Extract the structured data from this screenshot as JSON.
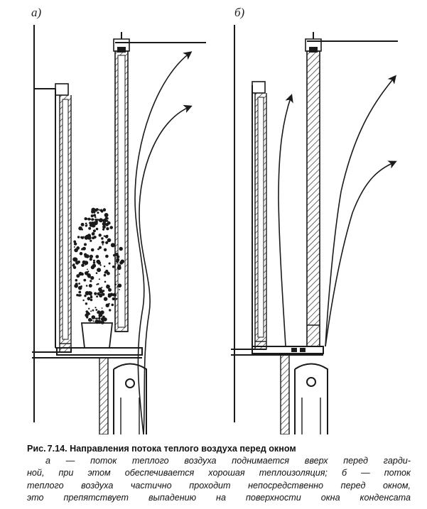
{
  "panels": [
    {
      "label": "а)"
    },
    {
      "label": "б)"
    }
  ],
  "caption": {
    "prefix": "Рис.",
    "number": "7.14.",
    "title": "Направления потока теплого воздуха перед окном",
    "lines": [
      "а — поток теплого воздуха поднимается вверх перед гарди-",
      "ной, при этом обеспечивается хорошая теплоизоляция; б — поток",
      "теплого воздуха частично проходит непосредственно перед окном,",
      "это препятствует выпадению на поверхности окна конденсата"
    ]
  },
  "colors": {
    "ink": "#1a1a1a",
    "paper": "#ffffff"
  }
}
